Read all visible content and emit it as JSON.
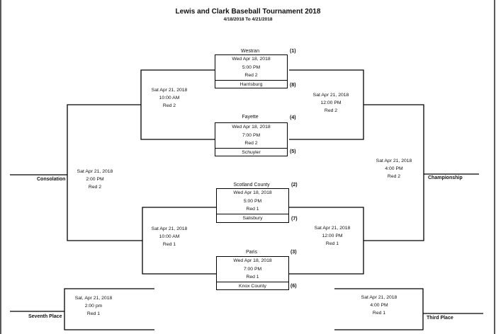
{
  "header": {
    "title": "Lewis and Clark Baseball Tournament 2018",
    "subtitle": "4/18/2018 To 4/21/2018"
  },
  "games": {
    "g1": {
      "top_team": "Westran",
      "top_seed": "(1)",
      "date": "Wed Apr 18, 2018",
      "time": "5:00 PM",
      "field": "Red 2",
      "bottom_team": "Harrisburg",
      "bottom_seed": "(8)"
    },
    "g2": {
      "top_team": "Fayette",
      "top_seed": "(4)",
      "date": "Wed Apr 18, 2018",
      "time": "7:00 PM",
      "field": "Red 2",
      "bottom_team": "Schuyler",
      "bottom_seed": "(5)"
    },
    "g3": {
      "top_team": "Scotland County",
      "top_seed": "(2)",
      "date": "Wed Apr 18, 2018",
      "time": "5:00 PM",
      "field": "Red 1",
      "bottom_team": "Salisbury",
      "bottom_seed": "(7)"
    },
    "g4": {
      "top_team": "Paris",
      "top_seed": "(3)",
      "date": "Wed Apr 18, 2018",
      "time": "7:00 PM",
      "field": "Red 1",
      "bottom_team": "Knox County",
      "bottom_seed": "(6)"
    }
  },
  "consolation_side": {
    "upper": {
      "date": "Sat Apr 21, 2018",
      "time": "10:00 AM",
      "field": "Red 2"
    },
    "lower": {
      "date": "Sat Apr 21, 2018",
      "time": "10:00 AM",
      "field": "Red 1"
    },
    "final": {
      "date": "Sat Apr 21, 2018",
      "time": "2:00 PM",
      "field": "Red 2",
      "label": "Consolation"
    }
  },
  "championship_side": {
    "upper": {
      "date": "Sat Apr 21, 2018",
      "time": "12:00 PM",
      "field": "Red 2"
    },
    "lower": {
      "date": "Sat Apr 21, 2018",
      "time": "12:00 PM",
      "field": "Red 1"
    },
    "final": {
      "date": "Sat Apr 21, 2018",
      "time": "4:00 PM",
      "field": "Red 2",
      "label": "Championship"
    }
  },
  "seventh": {
    "date": "Sat, Apr 21, 2018",
    "time": "2:00 pm",
    "field": "Red 1",
    "label": "Seventh Place"
  },
  "third": {
    "date": "Sat Apr 21, 2018",
    "time": "4:00 PM",
    "field": "Red 1",
    "label": "Third Place"
  }
}
